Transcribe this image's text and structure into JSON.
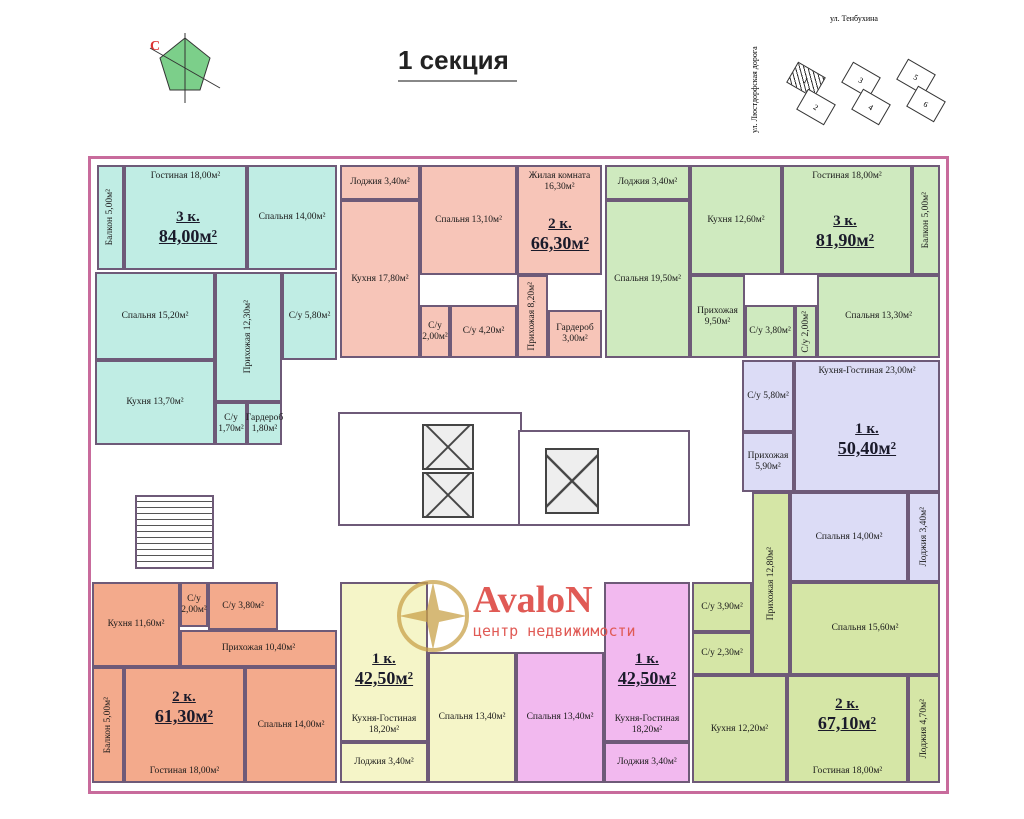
{
  "title": "1 секция",
  "site_plan": {
    "street_top": "ул. Тенбухина",
    "street_side": "ул. Люстдорфская дорога",
    "sections": [
      "1",
      "2",
      "3",
      "4",
      "5",
      "6"
    ]
  },
  "watermark": {
    "logo": "AvaloN",
    "subtitle": "центр недвижимости"
  },
  "apartments": [
    {
      "rooms_label": "3 к.",
      "area": "84,00м²",
      "color": "#c0ede4",
      "rooms": [
        "Балкон 5,00м²",
        "Гостиная 18,00м²",
        "Спальня 14,00м²",
        "Спальня 15,20м²",
        "Прихожая 12,30м²",
        "С/у 5,80м²",
        "Кухня 13,70м²",
        "С/у 1,70м²",
        "Гардероб 1,80м²"
      ]
    },
    {
      "rooms_label": "2 к.",
      "area": "66,30м²",
      "color": "#f7c5b8",
      "rooms": [
        "Лоджия 3,40м²",
        "Кухня 17,80м²",
        "Спальня 13,10м²",
        "Жилая комната 16,30м²",
        "С/у 2,00м²",
        "С/у 4,20м²",
        "Прихожая 8,20м²",
        "Гардероб 3,00м²"
      ]
    },
    {
      "rooms_label": "3 к.",
      "area": "81,90м²",
      "color": "#cfeabf",
      "rooms": [
        "Лоджия 3,40м²",
        "Спальня 19,50м²",
        "Кухня 12,60м²",
        "Гостиная 18,00м²",
        "Балкон 5,00м²",
        "Прихожая 9,50м²",
        "С/у 3,80м²",
        "С/у 2,00м²",
        "Спальня 13,30м²"
      ]
    },
    {
      "rooms_label": "1 к.",
      "area": "50,40м²",
      "color": "#dcdcf6",
      "rooms": [
        "С/у 5,80м²",
        "Кухня-Гостиная 23,00м²",
        "Прихожая 5,90м²",
        "Спальня 14,00м²",
        "Лоджия 3,40м²"
      ]
    },
    {
      "rooms_label": "2 к.",
      "area": "67,10м²",
      "color": "#d5e6a6",
      "rooms": [
        "Прихожая 12,80м²",
        "С/у 3,90м²",
        "С/у 2,30м²",
        "Спальня 15,60м²",
        "Кухня 12,20м²",
        "Гостиная 18,00м²",
        "Лоджия 4,70м²"
      ]
    },
    {
      "rooms_label": "1 к.",
      "area": "42,50м²",
      "color": "#f5f5c8",
      "rooms": [
        "Кухня-Гостиная 18,20м²",
        "Спальня 13,40м²",
        "Лоджия 3,40м²"
      ]
    },
    {
      "rooms_label": "1 к.",
      "area": "42,50м²",
      "color": "#f2b9ef",
      "rooms": [
        "Спальня 13,40м²",
        "Кухня-Гостиная 18,20м²",
        "Лоджия 3,40м²"
      ]
    },
    {
      "rooms_label": "2 к.",
      "area": "61,30м²",
      "color": "#f3aa8c",
      "rooms": [
        "Кухня 11,60м²",
        "С/у 2,00м²",
        "С/у 3,80м²",
        "Прихожая 10,40м²",
        "Балкон 5,00м²",
        "Гостиная 18,00м²",
        "Спальня 14,00м²"
      ]
    }
  ]
}
